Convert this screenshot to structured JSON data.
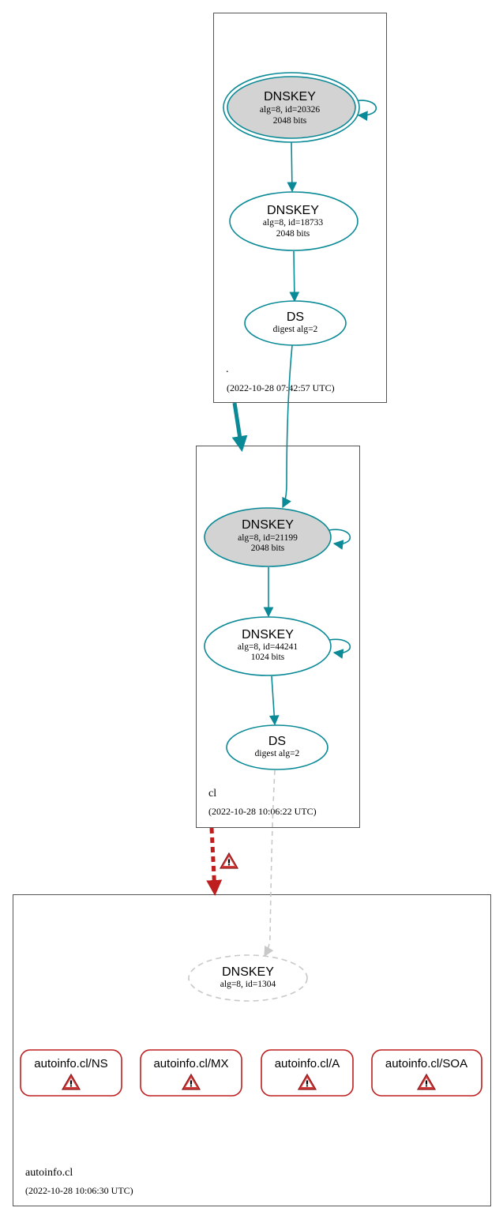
{
  "colors": {
    "secure": "#0a8a96",
    "bogus": "#be1e1e",
    "insecure": "#c8c8c8",
    "fill_sep": "#d3d3d3",
    "zone_border": "#555555"
  },
  "zones": [
    {
      "name": ".",
      "timestamp": "(2022-10-28 07:42:57 UTC)",
      "nodes": [
        {
          "title": "DNSKEY",
          "line1": "alg=8, id=20326",
          "line2": "2048 bits"
        },
        {
          "title": "DNSKEY",
          "line1": "alg=8, id=18733",
          "line2": "2048 bits"
        },
        {
          "title": "DS",
          "line1": "digest alg=2"
        }
      ]
    },
    {
      "name": "cl",
      "timestamp": "(2022-10-28 10:06:22 UTC)",
      "nodes": [
        {
          "title": "DNSKEY",
          "line1": "alg=8, id=21199",
          "line2": "2048 bits"
        },
        {
          "title": "DNSKEY",
          "line1": "alg=8, id=44241",
          "line2": "1024 bits"
        },
        {
          "title": "DS",
          "line1": "digest alg=2"
        }
      ]
    },
    {
      "name": "autoinfo.cl",
      "timestamp": "(2022-10-28 10:06:30 UTC)",
      "nodes": [
        {
          "title": "DNSKEY",
          "line1": "alg=8, id=1304"
        }
      ],
      "records": [
        "autoinfo.cl/NS",
        "autoinfo.cl/MX",
        "autoinfo.cl/A",
        "autoinfo.cl/SOA"
      ]
    }
  ],
  "icons": [
    "warning-icon"
  ]
}
